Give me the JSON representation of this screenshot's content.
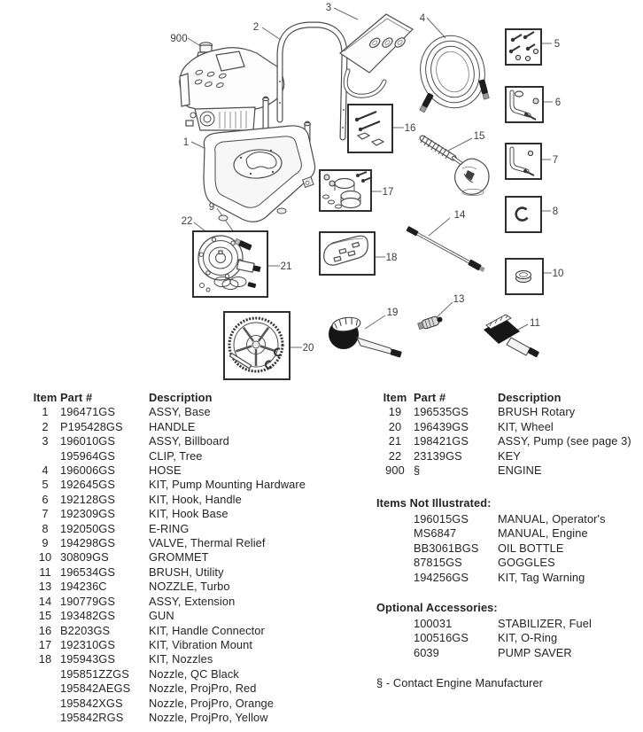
{
  "colors": {
    "text": "#242424",
    "diagram_line": "#4c4c4c"
  },
  "diagram": {
    "callouts": {
      "c1": "1",
      "c2": "2",
      "c3": "3",
      "c4": "4",
      "c5": "5",
      "c6": "6",
      "c7": "7",
      "c8": "8",
      "c9": "9",
      "c10": "10",
      "c11": "11",
      "c13": "13",
      "c14": "14",
      "c15": "15",
      "c16": "16",
      "c17": "17",
      "c18": "18",
      "c19": "19",
      "c20": "20",
      "c21": "21",
      "c22": "22",
      "c900": "900"
    }
  },
  "document": {
    "left_table": {
      "headers": {
        "item": "Item",
        "part": "Part #",
        "desc": "Description"
      },
      "rows": [
        {
          "item": "1",
          "part": "196471GS",
          "desc": "ASSY, Base"
        },
        {
          "item": "2",
          "part": "P195428GS",
          "desc": "HANDLE"
        },
        {
          "item": "3",
          "part": "196010GS",
          "desc": "ASSY, Billboard"
        },
        {
          "item": "",
          "part": "195964GS",
          "desc": "CLIP, Tree"
        },
        {
          "item": "4",
          "part": "196006GS",
          "desc": "HOSE"
        },
        {
          "item": "5",
          "part": "192645GS",
          "desc": "KIT, Pump Mounting Hardware"
        },
        {
          "item": "6",
          "part": "192128GS",
          "desc": "KIT, Hook, Handle"
        },
        {
          "item": "7",
          "part": "192309GS",
          "desc": "KIT, Hook Base"
        },
        {
          "item": "8",
          "part": "192050GS",
          "desc": "E-RING"
        },
        {
          "item": "9",
          "part": "194298GS",
          "desc": "VALVE, Thermal Relief"
        },
        {
          "item": "10",
          "part": "30809GS",
          "desc": "GROMMET"
        },
        {
          "item": "11",
          "part": "196534GS",
          "desc": "BRUSH, Utility"
        },
        {
          "item": "13",
          "part": "194236C",
          "desc": "NOZZLE, Turbo"
        },
        {
          "item": "14",
          "part": "190779GS",
          "desc": "ASSY, Extension"
        },
        {
          "item": "15",
          "part": "193482GS",
          "desc": "GUN"
        },
        {
          "item": "16",
          "part": "B2203GS",
          "desc": "KIT, Handle Connector"
        },
        {
          "item": "17",
          "part": "192310GS",
          "desc": "KIT, Vibration Mount"
        },
        {
          "item": "18",
          "part": "195943GS",
          "desc": "KIT, Nozzles"
        },
        {
          "item": "",
          "part": "195851ZZGS",
          "desc": "Nozzle, QC Black"
        },
        {
          "item": "",
          "part": "195842AEGS",
          "desc": "Nozzle, ProjPro, Red"
        },
        {
          "item": "",
          "part": "195842XGS",
          "desc": "Nozzle, ProjPro, Orange"
        },
        {
          "item": "",
          "part": "195842RGS",
          "desc": "Nozzle, ProjPro, Yellow"
        }
      ]
    },
    "right_table": {
      "headers": {
        "item": "Item",
        "part": "Part #",
        "desc": "Description"
      },
      "rows": [
        {
          "item": "19",
          "part": "196535GS",
          "desc": "BRUSH Rotary"
        },
        {
          "item": "20",
          "part": "196439GS",
          "desc": "KIT, Wheel"
        },
        {
          "item": "21",
          "part": "198421GS",
          "desc": "ASSY, Pump (see page 3)"
        },
        {
          "item": "22",
          "part": "23139GS",
          "desc": "KEY"
        },
        {
          "item": "900",
          "part": "§",
          "desc": "ENGINE"
        }
      ]
    },
    "items_not_illustrated": {
      "title": "Items Not Illustrated:",
      "rows": [
        {
          "part": "196015GS",
          "desc": "MANUAL, Operator's"
        },
        {
          "part": "MS6847",
          "desc": "MANUAL, Engine"
        },
        {
          "part": "BB3061BGS",
          "desc": "OIL BOTTLE"
        },
        {
          "part": "87815GS",
          "desc": "GOGGLES"
        },
        {
          "part": "194256GS",
          "desc": "KIT, Tag Warning"
        }
      ]
    },
    "optional_accessories": {
      "title": "Optional Accessories:",
      "rows": [
        {
          "part": "100031",
          "desc": "STABILIZER, Fuel"
        },
        {
          "part": "100516GS",
          "desc": "KIT, O-Ring"
        },
        {
          "part": "6039",
          "desc": "PUMP SAVER"
        }
      ]
    },
    "footnote": "§ - Contact Engine Manufacturer"
  }
}
